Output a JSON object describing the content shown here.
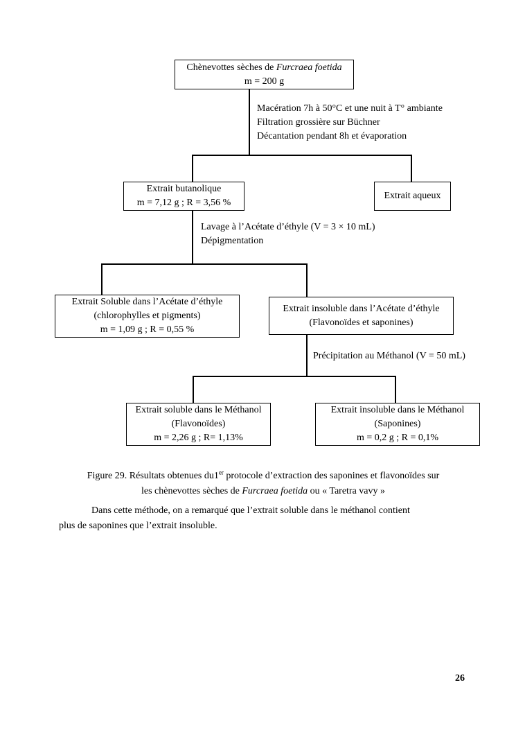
{
  "page": {
    "number": "26"
  },
  "flowchart": {
    "root_box": {
      "line1_prefix": "Chènevottes sèches de ",
      "line1_italic": "Furcraea foetida",
      "line2": "m = 200 g"
    },
    "step1": {
      "lines": [
        "Macération 7h à 50°C et une nuit à T° ambiante",
        "Filtration grossière sur Büchner",
        "Décantation pendant 8h et évaporation"
      ]
    },
    "butanol_box": {
      "line1": "Extrait butanolique",
      "line2": "m = 7,12 g ; R = 3,56 %"
    },
    "aqueous_box": {
      "line1": "Extrait aqueux"
    },
    "step2": {
      "lines": [
        "Lavage à l’Acétate d’éthyle (V = 3 × 10 mL)",
        "Dépigmentation"
      ]
    },
    "soluble_acetate_box": {
      "line1": "Extrait Soluble dans l’Acétate d’éthyle",
      "line2": "(chlorophylles et pigments)",
      "line3": "m = 1,09 g ; R = 0,55 %"
    },
    "insoluble_acetate_box": {
      "line1": "Extrait insoluble dans l’Acétate d’éthyle",
      "line2": "(Flavonoïdes et saponines)"
    },
    "step3": {
      "line": "Précipitation au Méthanol (V = 50 mL)"
    },
    "soluble_methanol_box": {
      "line1": "Extrait soluble dans le Méthanol",
      "line2": "(Flavonoïdes)",
      "line3": "m = 2,26 g ; R= 1,13%"
    },
    "insoluble_methanol_box": {
      "line1": "Extrait insoluble dans le Méthanol",
      "line2": "(Saponines)",
      "line3": "m = 0,2 g ; R = 0,1%"
    }
  },
  "caption": {
    "line1_prefix": "Figure 29. Résultats obtenues du1",
    "line1_sup": "er",
    "line1_suffix": " protocole d’extraction des saponines et flavonoïdes sur",
    "line2_prefix": "les chènevottes sèches de ",
    "line2_italic": "Furcraea foetida",
    "line2_suffix": " ou « Taretra vavy »"
  },
  "paragraph": {
    "line1": "Dans cette méthode, on a remarqué que l’extrait soluble dans le méthanol contient",
    "line2": "plus de saponines que l’extrait insoluble."
  }
}
